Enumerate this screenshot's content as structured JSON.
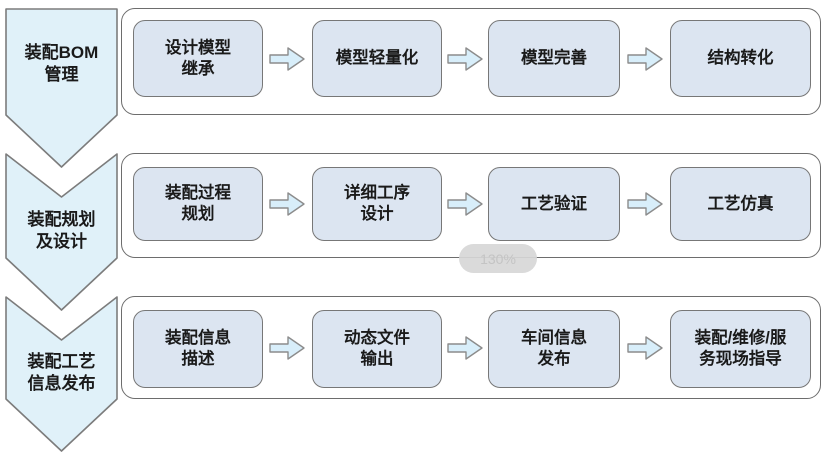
{
  "diagram": {
    "rows": [
      {
        "stage": "装配BOM\n管理",
        "steps": [
          "设计模型\n继承",
          "模型轻量化",
          "模型完善",
          "结构转化"
        ]
      },
      {
        "stage": "装配规划\n及设计",
        "steps": [
          "装配过程\n规划",
          "详细工序\n设计",
          "工艺验证",
          "工艺仿真"
        ]
      },
      {
        "stage": "装配工艺\n信息发布",
        "steps": [
          "装配信息\n描述",
          "动态文件\n输出",
          "车间信息\n发布",
          "装配/维修/服\n务现场指导"
        ]
      }
    ]
  },
  "overlay": {
    "zoom_level": "130%"
  },
  "colors": {
    "stage_fill": "#e0f1f9",
    "node_fill": "#dce5f1",
    "arrow_fill": "#d8eefa",
    "border_gray": "#6d6d6d",
    "text": "#1a1a1a"
  }
}
